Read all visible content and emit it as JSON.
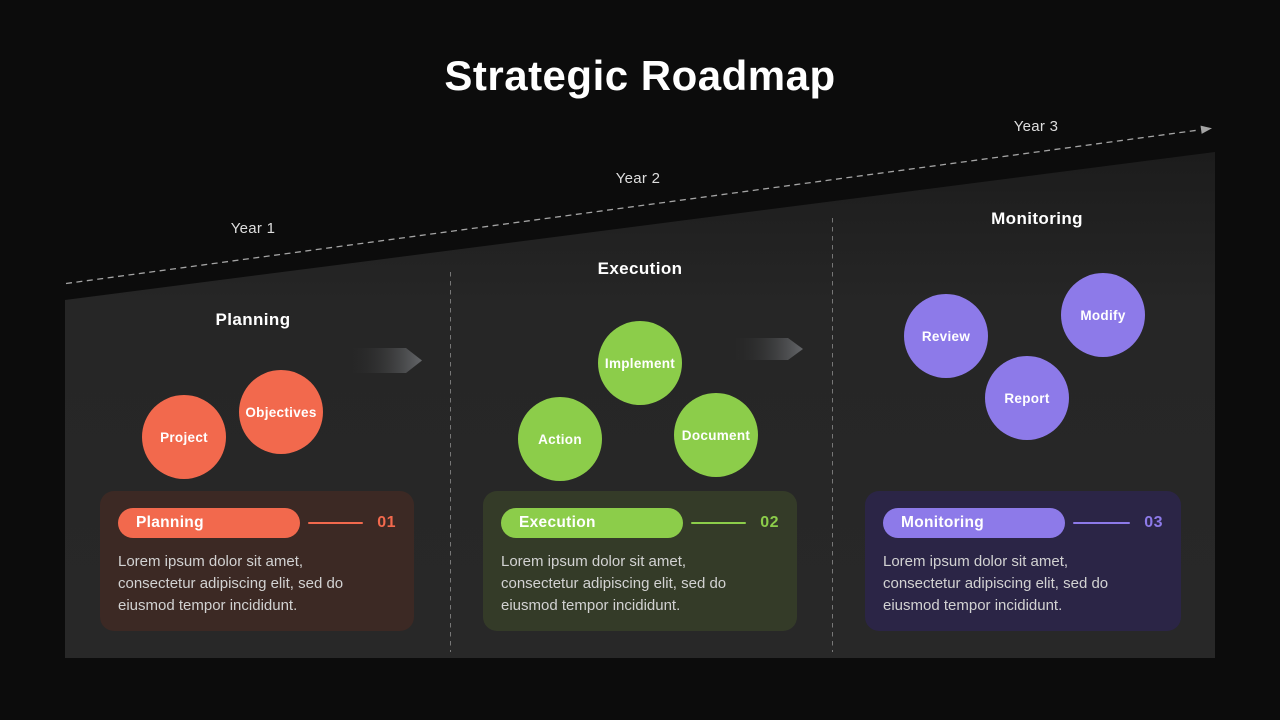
{
  "title": "Strategic Roadmap",
  "timeline": {
    "years": [
      "Year 1",
      "Year 2",
      "Year 3"
    ]
  },
  "phases": [
    {
      "name": "Planning",
      "number": "01",
      "accent": "#f2694d",
      "card_bg": "#3c2924",
      "description": "Lorem ipsum dolor sit amet, consectetur adipiscing elit, sed do eiusmod tempor incididunt.",
      "bubbles": [
        {
          "label": "Project"
        },
        {
          "label": "Objectives"
        }
      ]
    },
    {
      "name": "Execution",
      "number": "02",
      "accent": "#8ccd4a",
      "card_bg": "#343b28",
      "description": "Lorem ipsum dolor sit amet, consectetur adipiscing elit, sed do eiusmod tempor incididunt.",
      "bubbles": [
        {
          "label": "Implement"
        },
        {
          "label": "Action"
        },
        {
          "label": "Document"
        }
      ]
    },
    {
      "name": "Monitoring",
      "number": "03",
      "accent": "#8d7ae9",
      "card_bg": "#2b2546",
      "description": "Lorem ipsum dolor sit amet, consectetur adipiscing elit, sed do eiusmod tempor incididunt.",
      "bubbles": [
        {
          "label": "Review"
        },
        {
          "label": "Modify"
        },
        {
          "label": "Report"
        }
      ]
    }
  ],
  "colors": {
    "background": "#0c0c0c",
    "wedge": "#272727",
    "title_text": "#ffffff",
    "dashed_line": "#b5b5b5"
  }
}
